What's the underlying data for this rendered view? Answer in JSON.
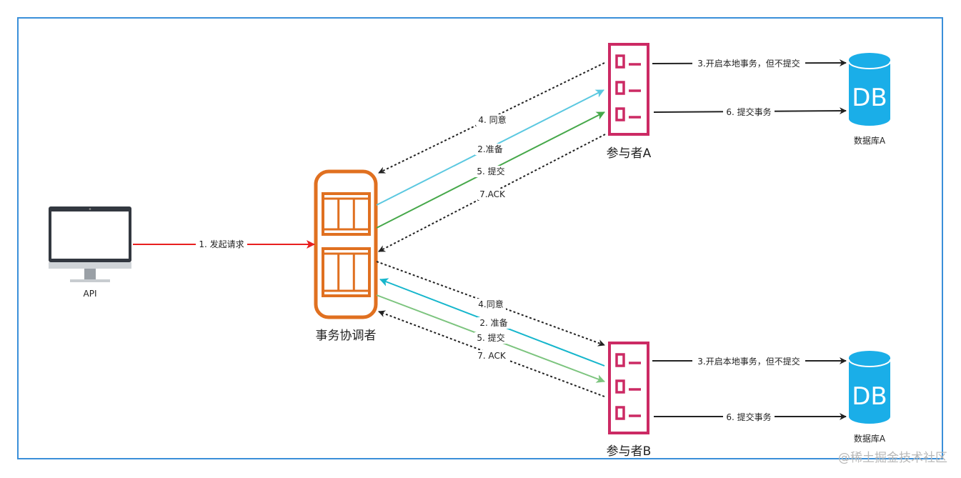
{
  "nodes": {
    "api": "API",
    "coordinator": "事务协调者",
    "participant_a": "参与者A",
    "participant_b": "参与者B",
    "db_a_top": "数据库A",
    "db_a_bottom": "数据库A",
    "db_icon_text": "DB"
  },
  "edges": {
    "request": "1. 发起请求",
    "a_agree": "4. 同意",
    "a_prepare": "2.准备",
    "a_commit": "5. 提交",
    "a_ack": "7.ACK",
    "b_agree": "4.同意",
    "b_prepare": "2. 准备",
    "b_commit": "5. 提交",
    "b_ack": "7. ACK",
    "a_local_tx": "3.开启本地事务，但不提交",
    "a_commit_tx": "6. 提交事务",
    "b_local_tx": "3.开启本地事务，但不提交",
    "b_commit_tx": "6. 提交事务"
  },
  "watermark": "@稀土掘金技术社区",
  "colors": {
    "frame": "#3a8fd9",
    "coordinator": "#e07020",
    "participant": "#cc2a64",
    "database": "#1aaee8",
    "request": "#e81f1f",
    "prepare_a": "#5bc8e0",
    "commit_a": "#46a84a",
    "prepare_b": "#16b6cc",
    "commit_b": "#7cc47e"
  }
}
